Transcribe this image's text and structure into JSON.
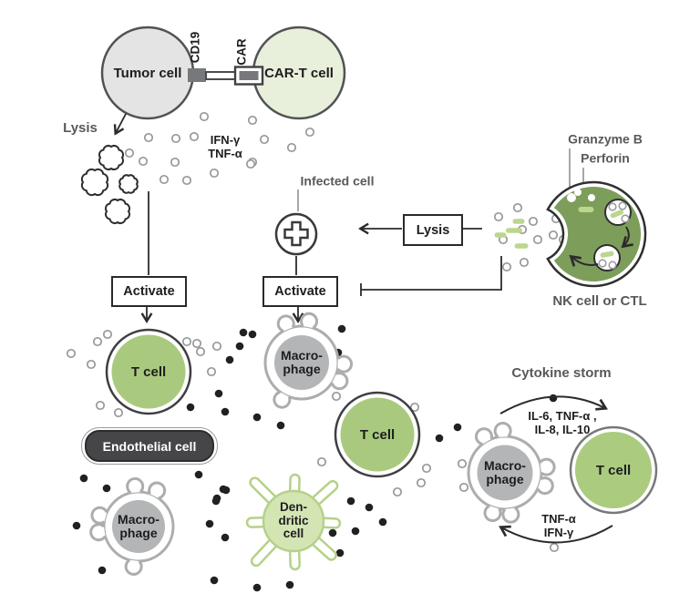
{
  "labels": {
    "lysis_left": "Lysis",
    "tumor_cell": "Tumor cell",
    "car_t_cell": "CAR-T cell",
    "cd19": "CD19",
    "car": "CAR",
    "ifn_tnf": {
      "line1": "IFN-γ",
      "line2": "TNF-α"
    },
    "infected_cell": "Infected cell",
    "activate": "Activate",
    "lysis_box": "Lysis",
    "granzyme_b": "Granzyme B",
    "perforin": "Perforin",
    "nk_cell": "NK cell or CTL",
    "t_cell": "T cell",
    "macrophage": {
      "line1": "Macro-",
      "line2": "phage"
    },
    "endothelial_cell": "Endothelial cell",
    "dendritic": {
      "line1": "Den-",
      "line2": "dritic",
      "line3": "cell"
    },
    "cytokine_storm": "Cytokine storm",
    "cytokines_top": {
      "line1": "IL-6, TNF-α ,",
      "line2": "IL-8, IL-10"
    },
    "cytokines_bottom": {
      "line1": "TNF-α",
      "line2": "IFN-γ"
    }
  },
  "colors": {
    "t_cell_green": "#a9ca7e",
    "car_t_pale_green": "#e8efdb",
    "nk_green": "#7d9e5b",
    "granule_green": "#bcd68e",
    "dendrite_stroke": "#b5d189",
    "dendrite_fill": "#d4e5b4",
    "tumor_gray": "#e4e4e4",
    "macrophage_gray": "#b3b5b7",
    "macrophage_stroke": "#abadaf",
    "endothelial_fill": "#464648",
    "dark_stroke": "#2b2b2c",
    "gray_text": "#58595b",
    "black_text": "#1d1d1f",
    "open_circle_stroke": "#97999b",
    "cytokine_dot": "#212123"
  }
}
